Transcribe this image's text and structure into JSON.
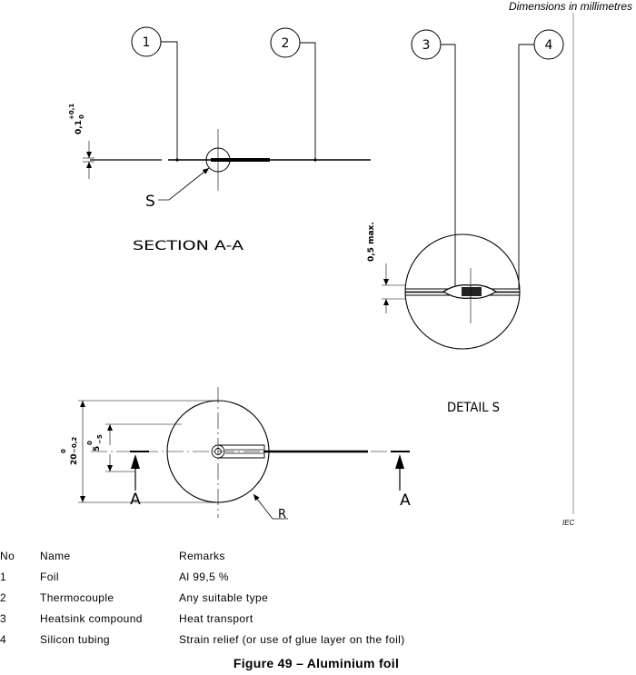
{
  "header": {
    "dimensions_note": "Dimensions in millimetres"
  },
  "drawing": {
    "callouts": [
      "1",
      "2",
      "3",
      "4"
    ],
    "section_view": {
      "title": "SECTION A-A",
      "thickness_dim": "0,1",
      "thickness_tol_upper": "+0,1",
      "thickness_tol_lower": "0",
      "detail_ref": "S"
    },
    "detail_view": {
      "title": "DETAIL S",
      "gap_dim": "0,5 max."
    },
    "plan_view": {
      "diameter_dim": "20",
      "diameter_tol_upper": "0",
      "diameter_tol_lower": "−0,2",
      "offset_dim": "5",
      "offset_tol_upper": "0",
      "offset_tol_lower": "−5",
      "section_mark_left": "A",
      "section_mark_right": "A",
      "radius_label": "R"
    },
    "iec_mark": "IEC"
  },
  "legend": {
    "headers": [
      "No",
      "Name",
      "Remarks"
    ],
    "rows": [
      [
        "1",
        "Foil",
        "Al 99,5 %"
      ],
      [
        "2",
        "Thermocouple",
        "Any suitable type"
      ],
      [
        "3",
        "Heatsink compound",
        "Heat transport"
      ],
      [
        "4",
        "Silicon tubing",
        "Strain relief (or use of glue layer on the foil)"
      ]
    ]
  },
  "caption": "Figure 49 – Aluminium foil"
}
